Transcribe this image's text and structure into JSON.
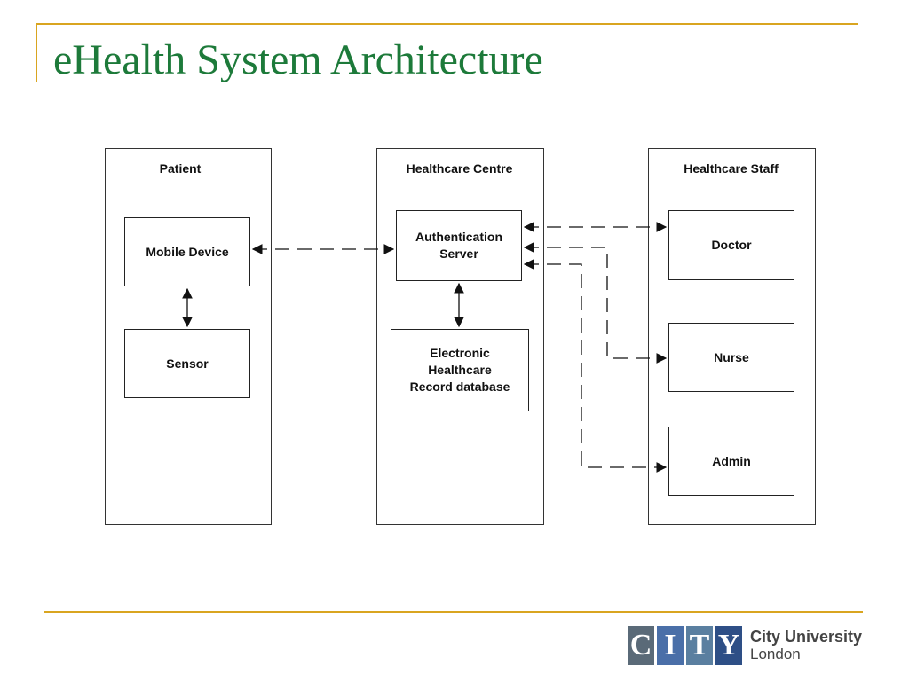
{
  "slide": {
    "title": "eHealth System Architecture",
    "accent_color": "#d9a520",
    "title_color": "#1d7a3a"
  },
  "diagram": {
    "columns": [
      {
        "id": "patient",
        "label": "Patient"
      },
      {
        "id": "centre",
        "label": "Healthcare Centre"
      },
      {
        "id": "staff",
        "label": "Healthcare Staff"
      }
    ],
    "nodes": {
      "mobile_device": "Mobile Device",
      "sensor": "Sensor",
      "auth_server": "Authentication\nServer",
      "ehr_db": "Electronic\nHealthcare\nRecord database",
      "doctor": "Doctor",
      "nurse": "Nurse",
      "admin": "Admin"
    },
    "connections": [
      {
        "from": "mobile_device",
        "to": "sensor",
        "style": "solid",
        "direction": "both"
      },
      {
        "from": "auth_server",
        "to": "ehr_db",
        "style": "solid",
        "direction": "both"
      },
      {
        "from": "mobile_device",
        "to": "auth_server",
        "style": "dashed",
        "direction": "both"
      },
      {
        "from": "auth_server",
        "to": "doctor",
        "style": "dashed",
        "direction": "both"
      },
      {
        "from": "auth_server",
        "to": "nurse",
        "style": "dashed",
        "direction": "both"
      },
      {
        "from": "auth_server",
        "to": "admin",
        "style": "dashed",
        "direction": "both"
      }
    ]
  },
  "logo": {
    "letters": [
      "C",
      "I",
      "T",
      "Y"
    ],
    "letter_colors": [
      "#5a6a78",
      "#4a6fa8",
      "#5a7fa0",
      "#2e4f86"
    ],
    "name_line_1": "City University",
    "name_line_2": "London",
    "icon": "city-university-logo"
  }
}
